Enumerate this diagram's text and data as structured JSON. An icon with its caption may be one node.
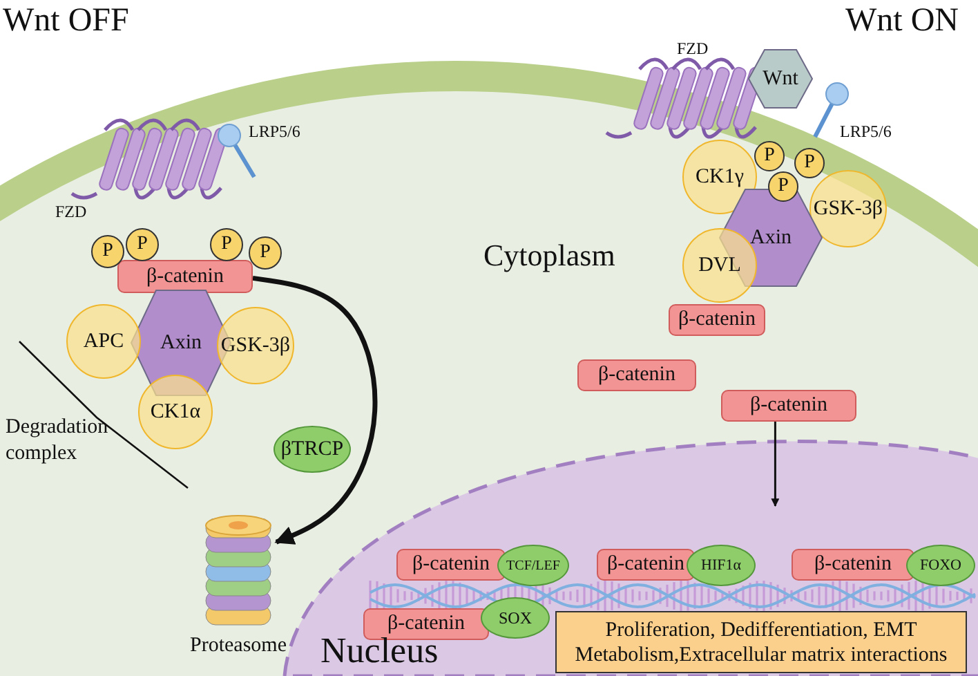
{
  "diagram": {
    "nodes": [
      {
        "text": [
          "P"
        ]
      },
      {
        "text": [
          "P"
        ]
      },
      {
        "text": [
          "P"
        ]
      },
      {
        "text": [
          "P"
        ]
      },
      {
        "text": [
          "β-catenin"
        ]
      },
      {
        "text": [
          "Axin"
        ]
      },
      {
        "text": [
          "APC"
        ]
      },
      {
        "text": [
          "GSK-3β"
        ]
      },
      {
        "text": [
          "CK1α"
        ]
      },
      {
        "text": [
          "Wnt"
        ]
      },
      {
        "text": [
          "P"
        ]
      },
      {
        "text": [
          "P"
        ]
      },
      {
        "text": [
          "P"
        ]
      },
      {
        "text": [
          "CK1γ"
        ]
      },
      {
        "text": [
          "GSK-3β"
        ]
      },
      {
        "text": [
          "Axin"
        ]
      },
      {
        "text": [
          "DVL"
        ]
      },
      {
        "text": [
          "βTRCP"
        ]
      },
      {
        "text": [
          "β-catenin"
        ]
      },
      {
        "text": [
          "β-catenin"
        ]
      },
      {
        "text": [
          "β-catenin"
        ]
      },
      {
        "text": [],
        "shape": "picture",
        "beside": [
          "Proteasome"
        ]
      },
      {
        "text": [
          "β-catenin"
        ]
      },
      {
        "text": [
          "TCF/LEF"
        ]
      },
      {
        "text": [
          "β-catenin"
        ]
      },
      {
        "text": [
          "HIF1α"
        ]
      },
      {
        "text": [
          "β-catenin"
        ]
      },
      {
        "text": [
          "FOXO"
        ]
      },
      {
        "text": [
          "β-catenin"
        ]
      },
      {
        "text": [
          "SOX"
        ]
      },
      {
        "text": [
          "Proliferation, Dedifferentiation, EMT",
          "Metabolism,Extracellular matrix interactions"
        ]
      }
    ],
    "edges": [
      {
        "from": 4,
        "to": 21,
        "arrow": "to",
        "style": "thick"
      },
      {
        "from": 20,
        "to": null,
        "arrow": "to"
      }
    ],
    "labels": [
      "Wnt OFF",
      "LRP5/6",
      "FZD",
      "Wnt ON",
      "FZD",
      "LRP5/6",
      "Cytoplasm",
      "Degradation complex",
      "Nucleus"
    ]
  }
}
